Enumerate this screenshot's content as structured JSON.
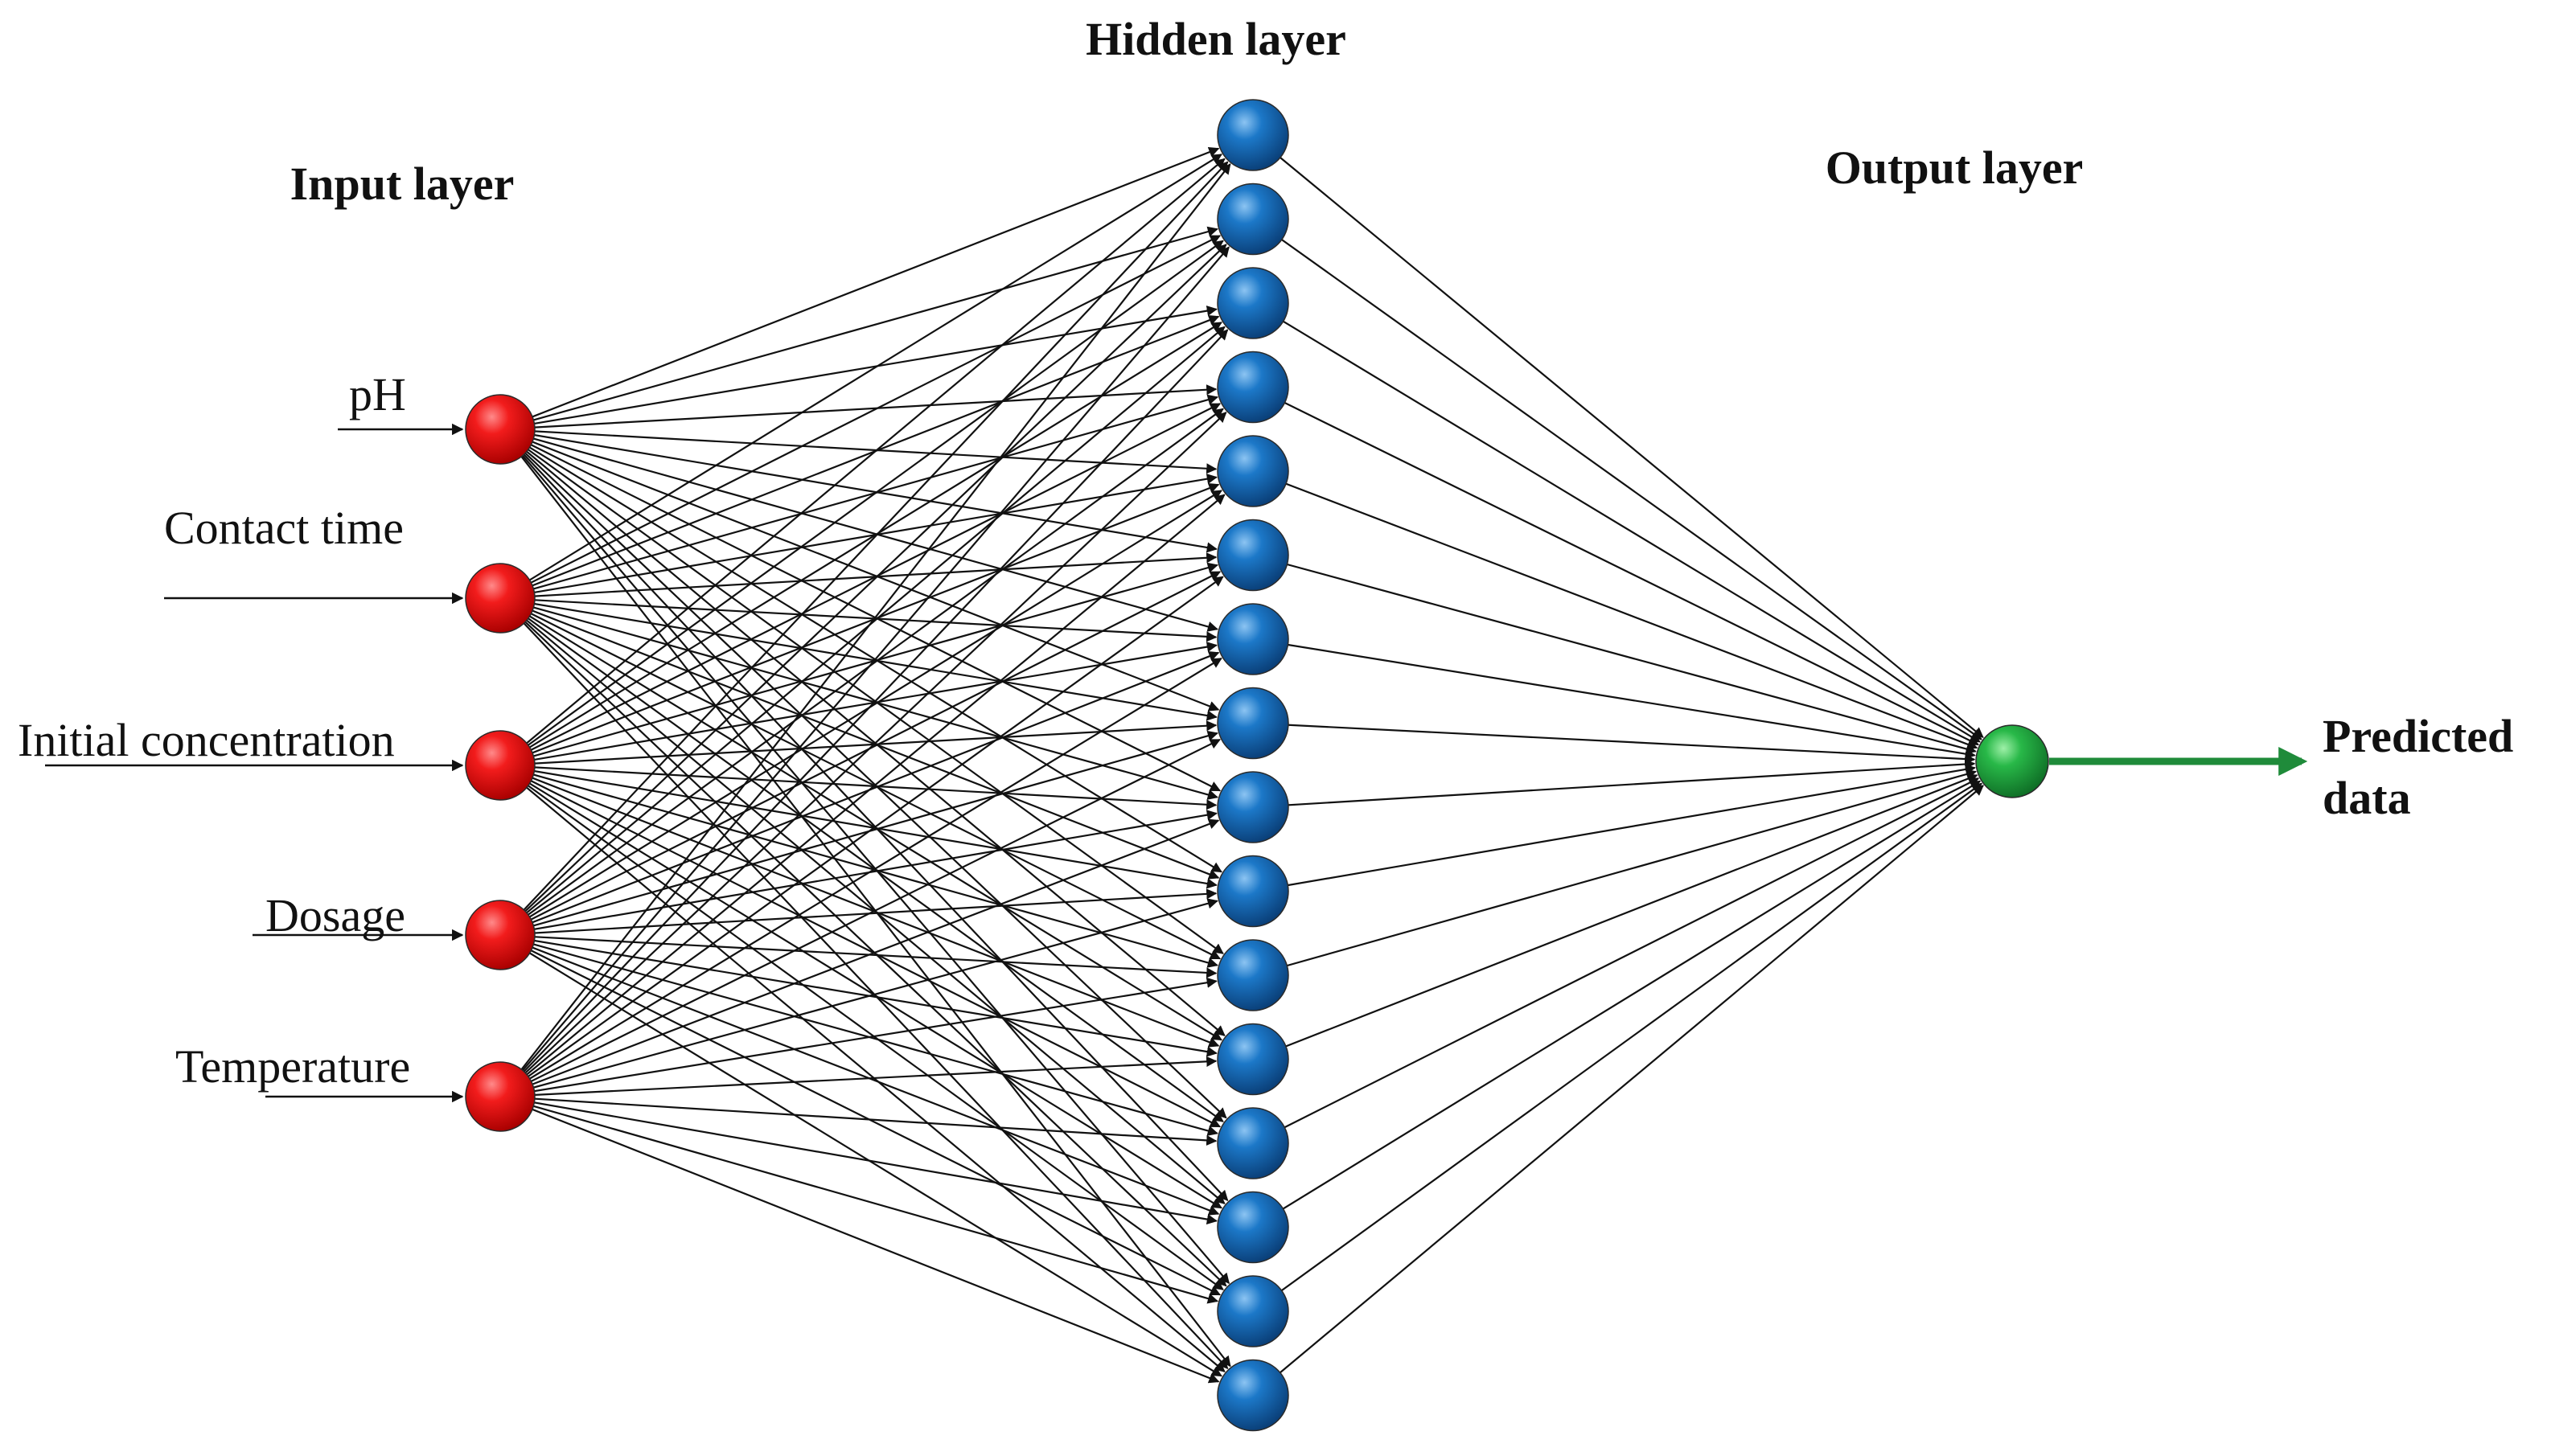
{
  "layers": {
    "input": {
      "title": "Input layer",
      "nodes": [
        "pH",
        "Contact time",
        "Initial concentration",
        "Dosage",
        "Temperature"
      ],
      "color": "#e8101a"
    },
    "hidden": {
      "title": "Hidden layer",
      "node_count": 16,
      "color": "#1b73c4"
    },
    "output": {
      "title": "Output layer",
      "label_line1": "Predicted",
      "label_line2": "data",
      "color": "#22b14c",
      "arrow_color": "#1f8b3a"
    }
  }
}
